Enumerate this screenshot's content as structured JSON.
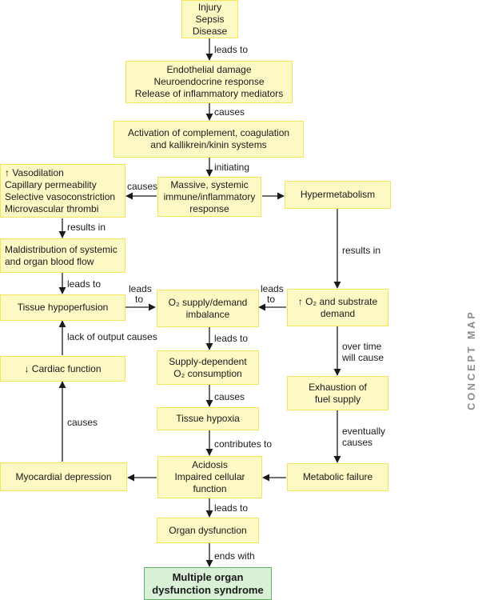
{
  "side_title": "CONCEPT MAP",
  "nodes": {
    "injury": [
      "Injury",
      "Sepsis",
      "Disease"
    ],
    "endothelial": [
      "Endothelial damage",
      "Neuroendocrine response",
      "Release of inflammatory mediators"
    ],
    "activation": [
      "Activation of complement, coagulation",
      "and kallikrein/kinin systems"
    ],
    "massive": [
      "Massive, systemic",
      "immune/inflammatory",
      "response"
    ],
    "vasodilation": [
      "↑ Vasodilation",
      "Capillary permeability",
      "Selective vasoconstriction",
      "Microvascular thrombi"
    ],
    "hypermetabolism": [
      "Hypermetabolism"
    ],
    "maldistribution": [
      "Maldistribution of systemic",
      "and organ blood flow"
    ],
    "tissue_hypoperfusion": [
      "Tissue hypoperfusion"
    ],
    "o2_supply": [
      "O₂ supply/demand",
      "imbalance"
    ],
    "o2_substrate": [
      "↑ O₂ and substrate",
      "demand"
    ],
    "cardiac": [
      "↓ Cardiac function"
    ],
    "supply_dependent": [
      "Supply-dependent",
      "O₂ consumption"
    ],
    "exhaustion": [
      "Exhaustion of",
      "fuel supply"
    ],
    "tissue_hypoxia": [
      "Tissue hypoxia"
    ],
    "myocardial": [
      "Myocardial depression"
    ],
    "acidosis": [
      "Acidosis",
      "Impaired cellular",
      "function"
    ],
    "metabolic_failure": [
      "Metabolic failure"
    ],
    "organ_dysfunction": [
      "Organ dysfunction"
    ],
    "mods": [
      "Multiple organ",
      "dysfunction syndrome"
    ]
  },
  "edges": {
    "leads_to_1": "leads to",
    "causes_1": "causes",
    "initiating": "initiating",
    "causes_left": "causes",
    "results_in_left": "results in",
    "results_in_right": "results in",
    "leads_to_2": "leads to",
    "leads_mid_1": "leads",
    "to_mid_1": "to",
    "leads_mid_2": "leads",
    "to_mid_2": "to",
    "leads_to_3": "leads to",
    "lack_of_output": "lack of output causes",
    "over_time_1": "over time",
    "over_time_2": "will cause",
    "causes_2": "causes",
    "eventually_1": "eventually",
    "eventually_2": "causes",
    "causes_3": "causes",
    "contributes_to": "contributes to",
    "leads_to_4": "leads to",
    "ends_with": "ends with"
  }
}
